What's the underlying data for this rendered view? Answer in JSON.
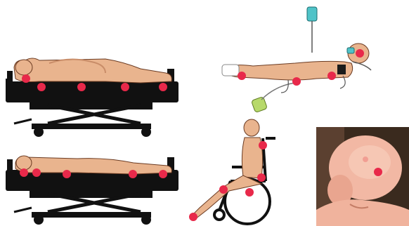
{
  "colors": {
    "pressure_point": "#e8294a",
    "skin": "#e9b48e",
    "skin_shadow": "#c98d69",
    "bed_frame": "#111111",
    "iv_bag": "#4fc3c8",
    "drainage_bag": "#b7d96a",
    "photo_bg": "#3a2a1e",
    "photo_skin": "#f2b8a4"
  },
  "icons": [
    "supine-patient-on-bed",
    "prone-patient-on-bed",
    "neonate-with-iv-and-monitoring",
    "patient-in-wheelchair",
    "infant-head-pressure-injury-photo"
  ]
}
